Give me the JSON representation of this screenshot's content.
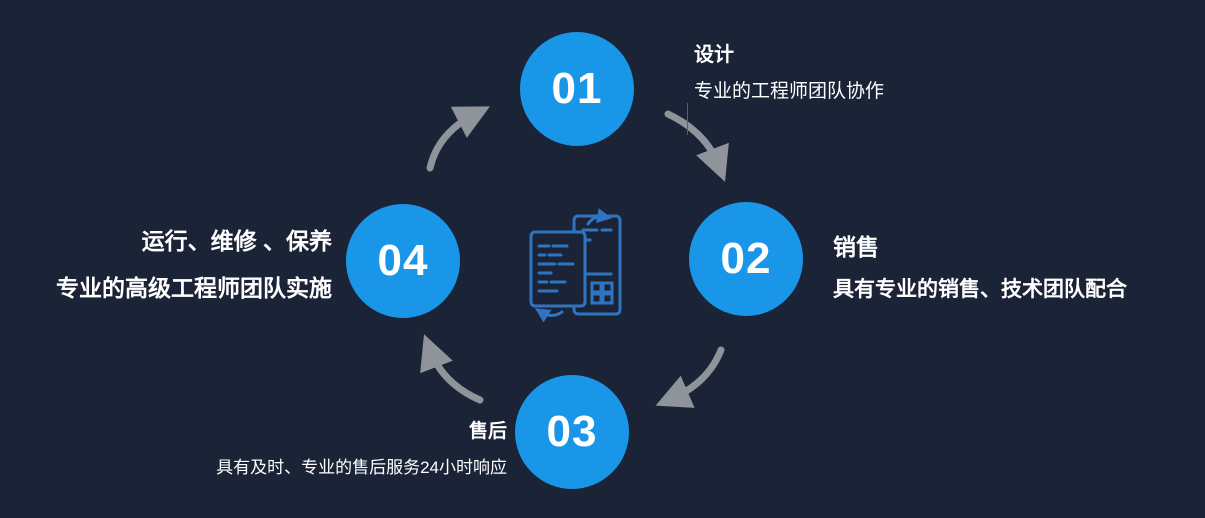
{
  "colors": {
    "background": "#1b2337",
    "accent_blue": "#1a96e8",
    "arrow_gray": "#8f949b",
    "icon_blue": "#2f74c0",
    "text": "#ffffff"
  },
  "diagram": {
    "type": "circular-process",
    "direction": "clockwise",
    "center_icon": "document-code-exchange-icon"
  },
  "steps": [
    {
      "number": "01",
      "title": "设计",
      "desc": "专业的工程师团队协作",
      "position": "top"
    },
    {
      "number": "02",
      "title": "销售",
      "desc": "具有专业的销售、技术团队配合",
      "position": "right"
    },
    {
      "number": "03",
      "title": "售后",
      "desc": "具有及时、专业的售后服务24小时响应",
      "position": "bottom"
    },
    {
      "number": "04",
      "title": "运行、维修 、保养",
      "desc": "专业的高级工程师团队实施",
      "position": "left"
    }
  ]
}
